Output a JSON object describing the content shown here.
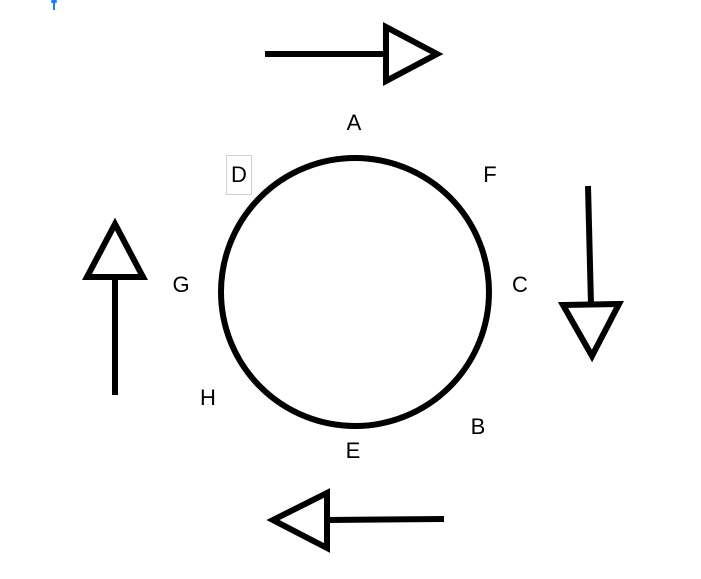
{
  "labels": {
    "A": "A",
    "B": "B",
    "C": "C",
    "D": "D",
    "E": "E",
    "F": "F",
    "G": "G",
    "H": "H"
  },
  "colors": {
    "stroke": "#000000",
    "cursor": "#1a7ff0",
    "selection_box": "#d0d0d0"
  }
}
